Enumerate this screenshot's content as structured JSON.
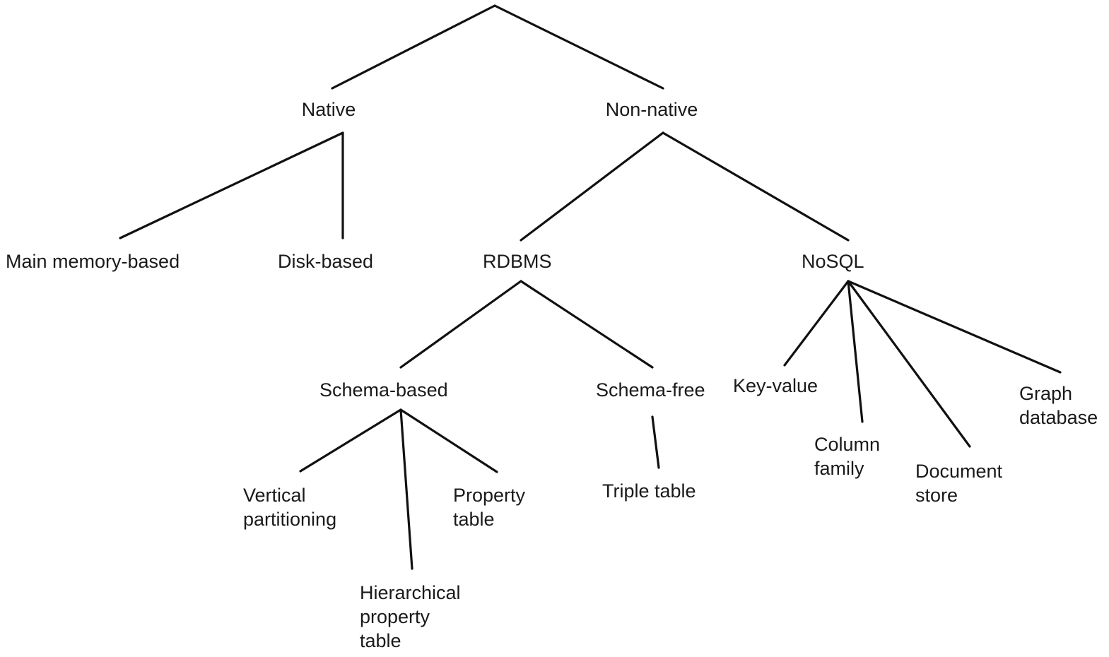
{
  "colors": {
    "line": "#111111",
    "text": "#1a1a1a",
    "background": "#ffffff"
  },
  "nodes": {
    "native": {
      "lines": [
        "Native"
      ]
    },
    "non_native": {
      "lines": [
        "Non-native"
      ]
    },
    "main_memory": {
      "lines": [
        "Main memory-based"
      ]
    },
    "disk_based": {
      "lines": [
        "Disk-based"
      ]
    },
    "rdbms": {
      "lines": [
        "RDBMS"
      ]
    },
    "nosql": {
      "lines": [
        "NoSQL"
      ]
    },
    "schema_based": {
      "lines": [
        "Schema-based"
      ]
    },
    "schema_free": {
      "lines": [
        "Schema-free"
      ]
    },
    "vertical_partitioning": {
      "lines": [
        "Vertical",
        "partitioning"
      ]
    },
    "property_table": {
      "lines": [
        "Property",
        "table"
      ]
    },
    "hierarchical_property_table": {
      "lines": [
        "Hierarchical",
        "property",
        "table"
      ]
    },
    "triple_table": {
      "lines": [
        "Triple table"
      ]
    },
    "key_value": {
      "lines": [
        "Key-value"
      ]
    },
    "column_family": {
      "lines": [
        "Column",
        "family"
      ]
    },
    "document_store": {
      "lines": [
        "Document",
        "store"
      ]
    },
    "graph_database": {
      "lines": [
        "Graph",
        "database"
      ]
    }
  },
  "edges": [
    [
      "root",
      "native"
    ],
    [
      "root",
      "non_native"
    ],
    [
      "native",
      "main_memory"
    ],
    [
      "native",
      "disk_based"
    ],
    [
      "non_native",
      "rdbms"
    ],
    [
      "non_native",
      "nosql"
    ],
    [
      "rdbms",
      "schema_based"
    ],
    [
      "rdbms",
      "schema_free"
    ],
    [
      "schema_based",
      "vertical_partitioning"
    ],
    [
      "schema_based",
      "hierarchical_property_table"
    ],
    [
      "schema_based",
      "property_table"
    ],
    [
      "schema_free",
      "triple_table"
    ],
    [
      "nosql",
      "key_value"
    ],
    [
      "nosql",
      "column_family"
    ],
    [
      "nosql",
      "document_store"
    ],
    [
      "nosql",
      "graph_database"
    ]
  ]
}
